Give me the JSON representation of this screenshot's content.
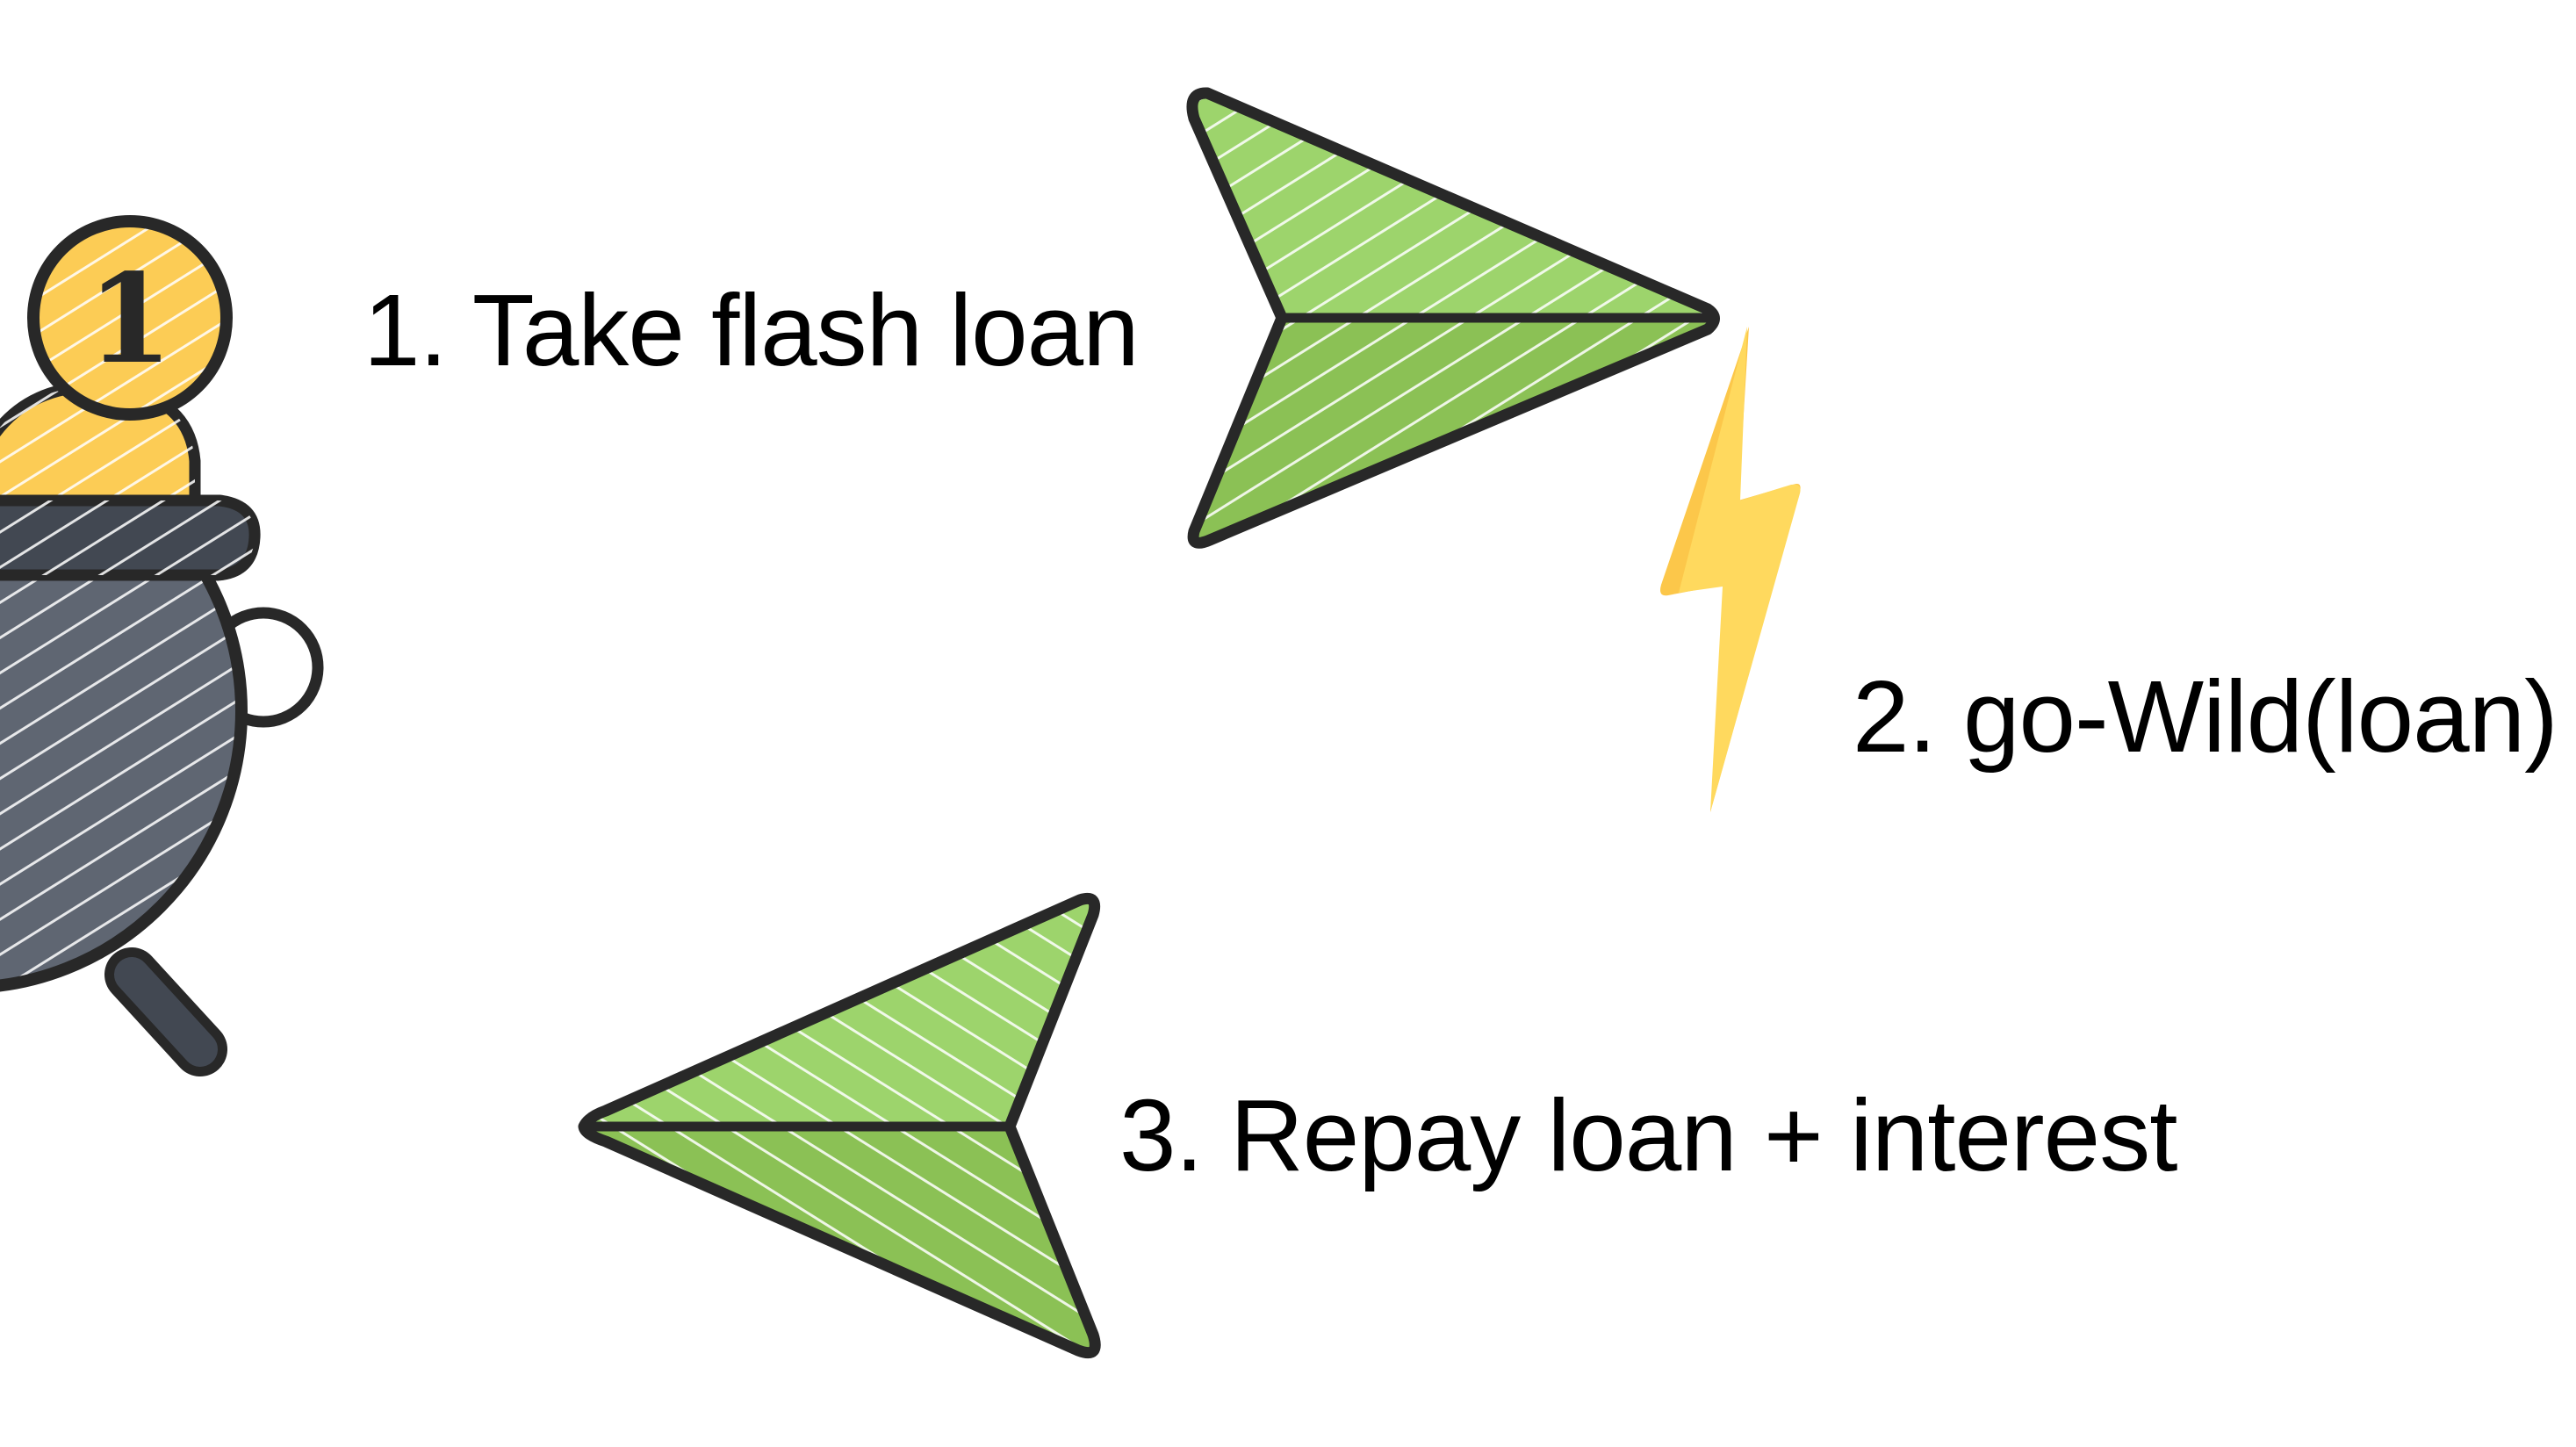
{
  "diagram": {
    "title": "Flash loan flow",
    "steps": [
      {
        "number": 1,
        "label": "1. Take flash loan",
        "icon": "arrow-right-icon"
      },
      {
        "number": 2,
        "label": "2. go-Wild(loan)",
        "icon": "lightning-bolt-icon"
      },
      {
        "number": 3,
        "label": "3. Repay loan + interest",
        "icon": "arrow-left-icon"
      }
    ],
    "pot": {
      "icon": "pot-of-gold-icon",
      "coin_label": "1"
    }
  },
  "colors": {
    "arrow_light": "#9dd46c",
    "arrow_dark": "#8bc155",
    "outline": "#282828",
    "gold": "#fccc55",
    "pot_body": "#5f6672",
    "pot_rim": "#424852",
    "bolt_light": "#ffd95e",
    "bolt_dark": "#fcc74a"
  }
}
